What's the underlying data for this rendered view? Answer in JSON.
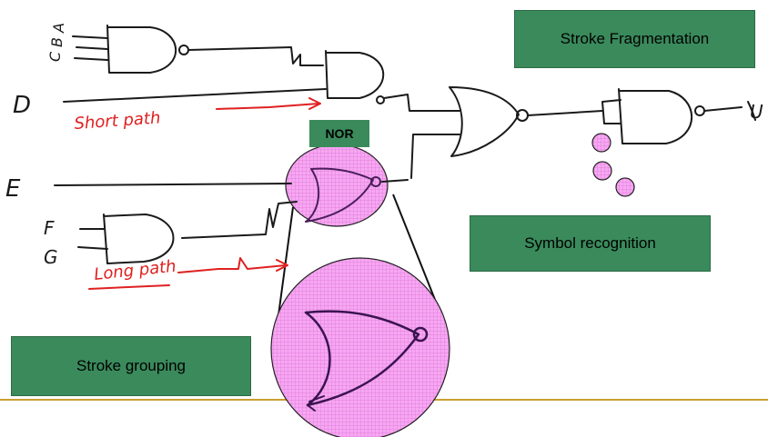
{
  "labels": {
    "stroke_fragmentation": "Stroke Fragmentation",
    "symbol_recognition": "Symbol recognition",
    "stroke_grouping": "Stroke grouping",
    "nor": "NOR"
  },
  "handwriting": {
    "short_path": "Short path",
    "long_path": "Long path",
    "inputs": [
      "A",
      "B",
      "C",
      "D",
      "E",
      "F",
      "G"
    ],
    "output": "U"
  },
  "colors": {
    "box_fill": "#3a8a5c",
    "pink": "#f4a6f0",
    "ink": "#1a1a1a",
    "red_ink": "#e02020",
    "rule": "#c8a032"
  }
}
